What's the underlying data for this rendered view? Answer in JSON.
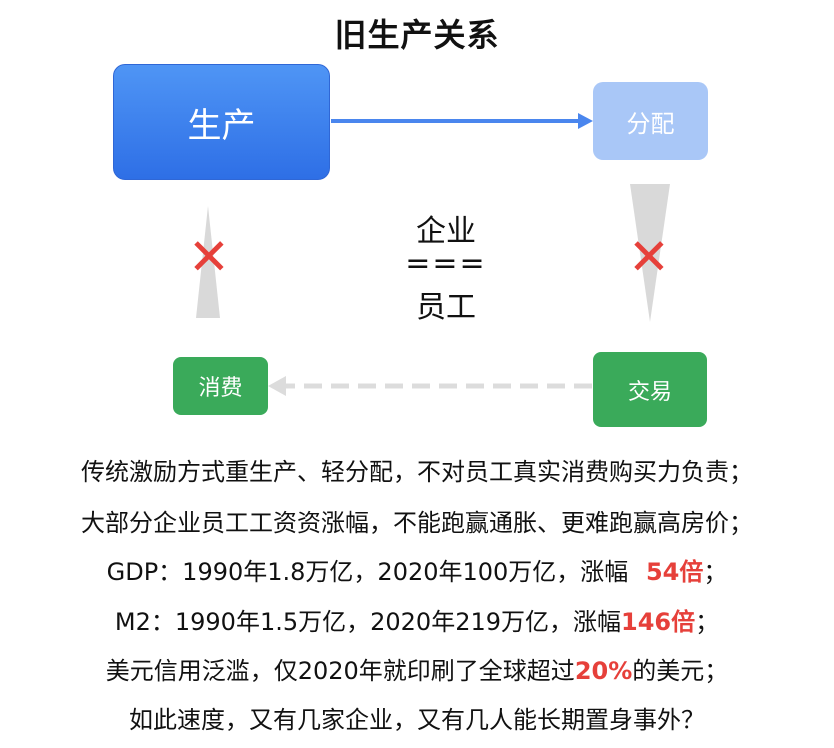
{
  "title": "旧生产关系",
  "nodes": {
    "produce": "生产",
    "distribute": "分配",
    "consume": "消费",
    "trade": "交易"
  },
  "center": {
    "line1": "企业",
    "line2": "===",
    "line3": "员工"
  },
  "cross_symbol": "✕",
  "colors": {
    "produce_blue": "#2e6fe6",
    "distribute_light_blue": "#a9c7f7",
    "green": "#3aaa5a",
    "red": "#e6403a",
    "gray_arrow": "#d9d9d9"
  },
  "notes": {
    "line1": "传统激励方式重生产、轻分配，不对员工真实消费购买力负责；",
    "line2": "大部分企业员工工资资涨幅，不能跑赢通胀、更难跑赢高房价；",
    "line3_pre": "GDP：1990年1.8万亿，2020年100万亿，涨幅",
    "line3_red": "54倍",
    "line3_post": "；",
    "line4_pre": "M2：1990年1.5万亿，2020年219万亿，涨幅",
    "line4_red": "146倍",
    "line4_post": "；",
    "line5_pre": "美元信用泛滥，仅2020年就印刷了全球超过",
    "line5_red": "20%",
    "line5_post": "的美元；",
    "line6": "如此速度，又有几家企业，又有几人能长期置身事外？"
  }
}
